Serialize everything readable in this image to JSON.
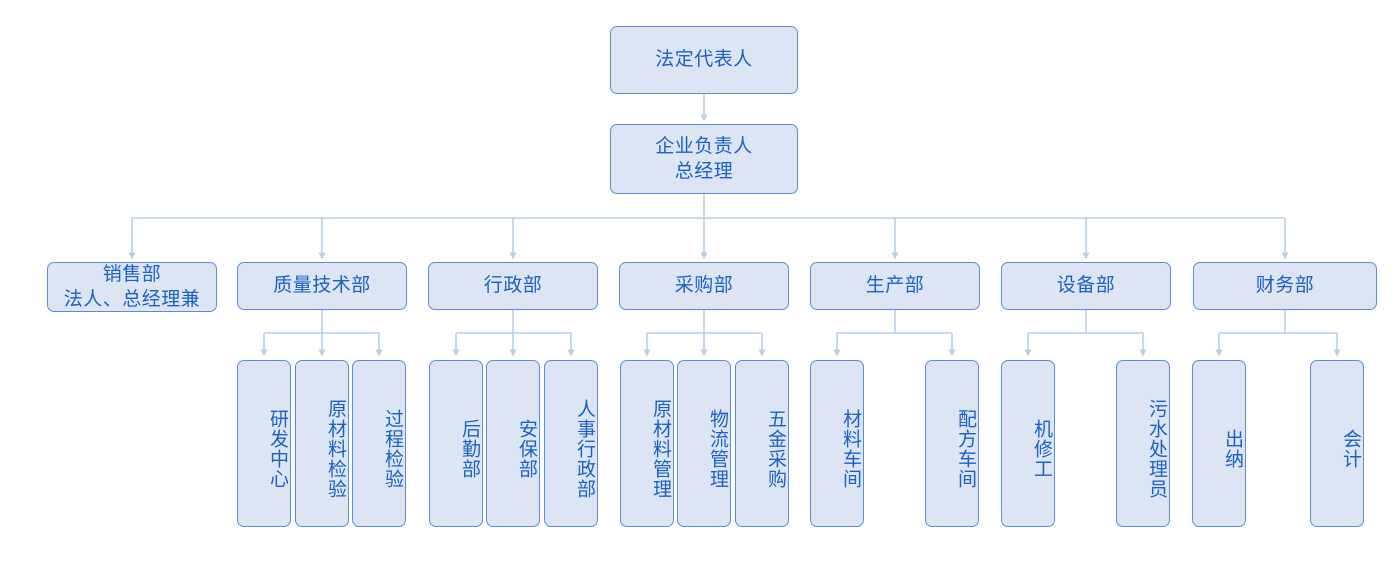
{
  "chart_title": "",
  "theme": {
    "box_fill": "#dde5f4",
    "box_border": "#5b8dd6",
    "text_color": "#1b61c4",
    "connector_color": "#b9cdea",
    "background": "#ffffff"
  },
  "nodes": {
    "legal_rep": {
      "label": "法定代表人"
    },
    "general_manager": {
      "line1": "企业负责人",
      "line2": "总经理"
    },
    "departments": [
      {
        "line1": "销售部",
        "line2": "法人、总经理兼"
      },
      {
        "line1": "质量技术部",
        "line2": ""
      },
      {
        "line1": "行政部",
        "line2": ""
      },
      {
        "line1": "采购部",
        "line2": ""
      },
      {
        "line1": "生产部",
        "line2": ""
      },
      {
        "line1": "设备部",
        "line2": ""
      },
      {
        "line1": "财务部",
        "line2": ""
      }
    ],
    "leaves": [
      {
        "label": "研发中心"
      },
      {
        "label": "原材料检验"
      },
      {
        "label": "过程检验"
      },
      {
        "label": "后勤部"
      },
      {
        "label": "安保部"
      },
      {
        "label": "人事行政部"
      },
      {
        "label": "原材料管理"
      },
      {
        "label": "物流管理"
      },
      {
        "label": "五金采购"
      },
      {
        "label": "材料车间"
      },
      {
        "label": "配方车间"
      },
      {
        "label": "机修工"
      },
      {
        "label": "污水处理员"
      },
      {
        "label": "出纳"
      },
      {
        "label": "会计"
      }
    ]
  }
}
